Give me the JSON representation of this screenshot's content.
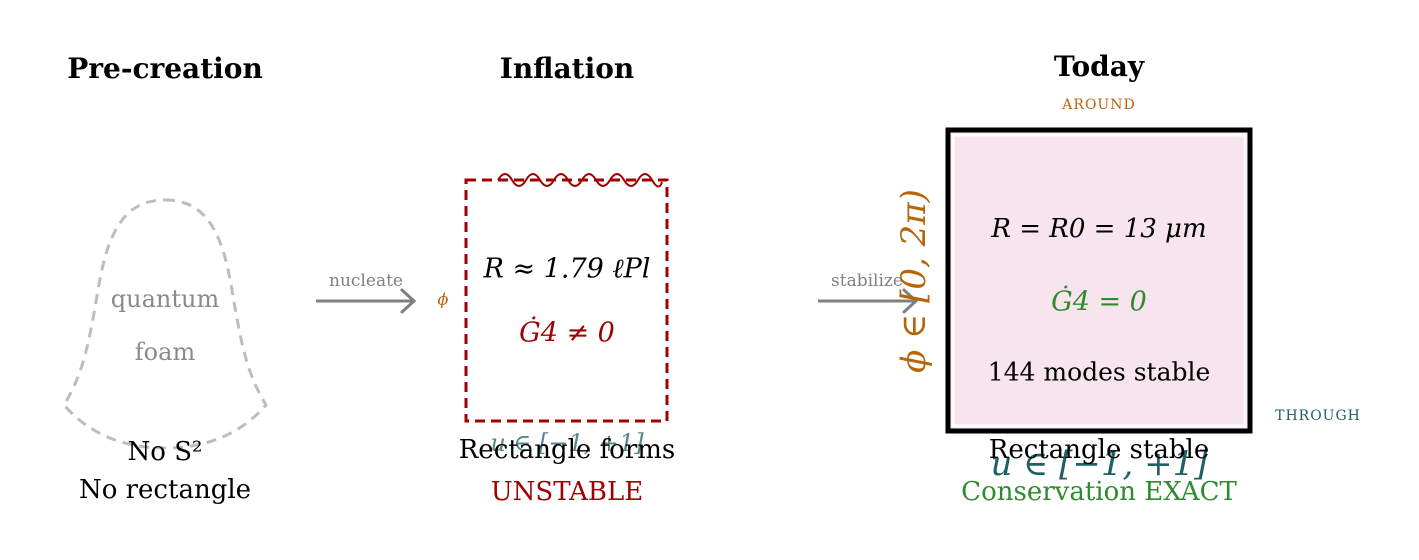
{
  "stages": [
    {
      "title": "Pre-creation",
      "inner": [
        "quantum",
        "foam"
      ],
      "caption": [
        "No S²",
        "No rectangle"
      ]
    },
    {
      "title": "Inflation",
      "equation": "R ≈ 1.79 ℓPl",
      "flux": "Ġ4 ≠ 0",
      "side_label": "ϕ",
      "bottom_label": "u ∈ [−1, +1]",
      "caption": [
        "Rectangle forms",
        "UNSTABLE"
      ]
    },
    {
      "title": "Today",
      "top_label": "AROUND",
      "side_label": "ϕ ∈ [0, 2π)",
      "right_label": "THROUGH",
      "bottom_label": "u ∈ [−1, +1]",
      "equation": "R = R0 = 13 μm",
      "flux": "Ġ4 = 0",
      "modes": "144 modes stable",
      "caption": [
        "Rectangle stable",
        "Conservation EXACT"
      ]
    }
  ],
  "arrows": [
    "nucleate",
    "stabilize"
  ],
  "colors": {
    "gray": "#bdbdbd",
    "gray_text": "#8a8a8a",
    "unstable_red": "#a00000",
    "orange": "#b8650a",
    "teal": "#1f5f66",
    "green": "#2e8b2e",
    "fill_pink": "#f7e4ec",
    "arrow_gray": "#808080"
  }
}
